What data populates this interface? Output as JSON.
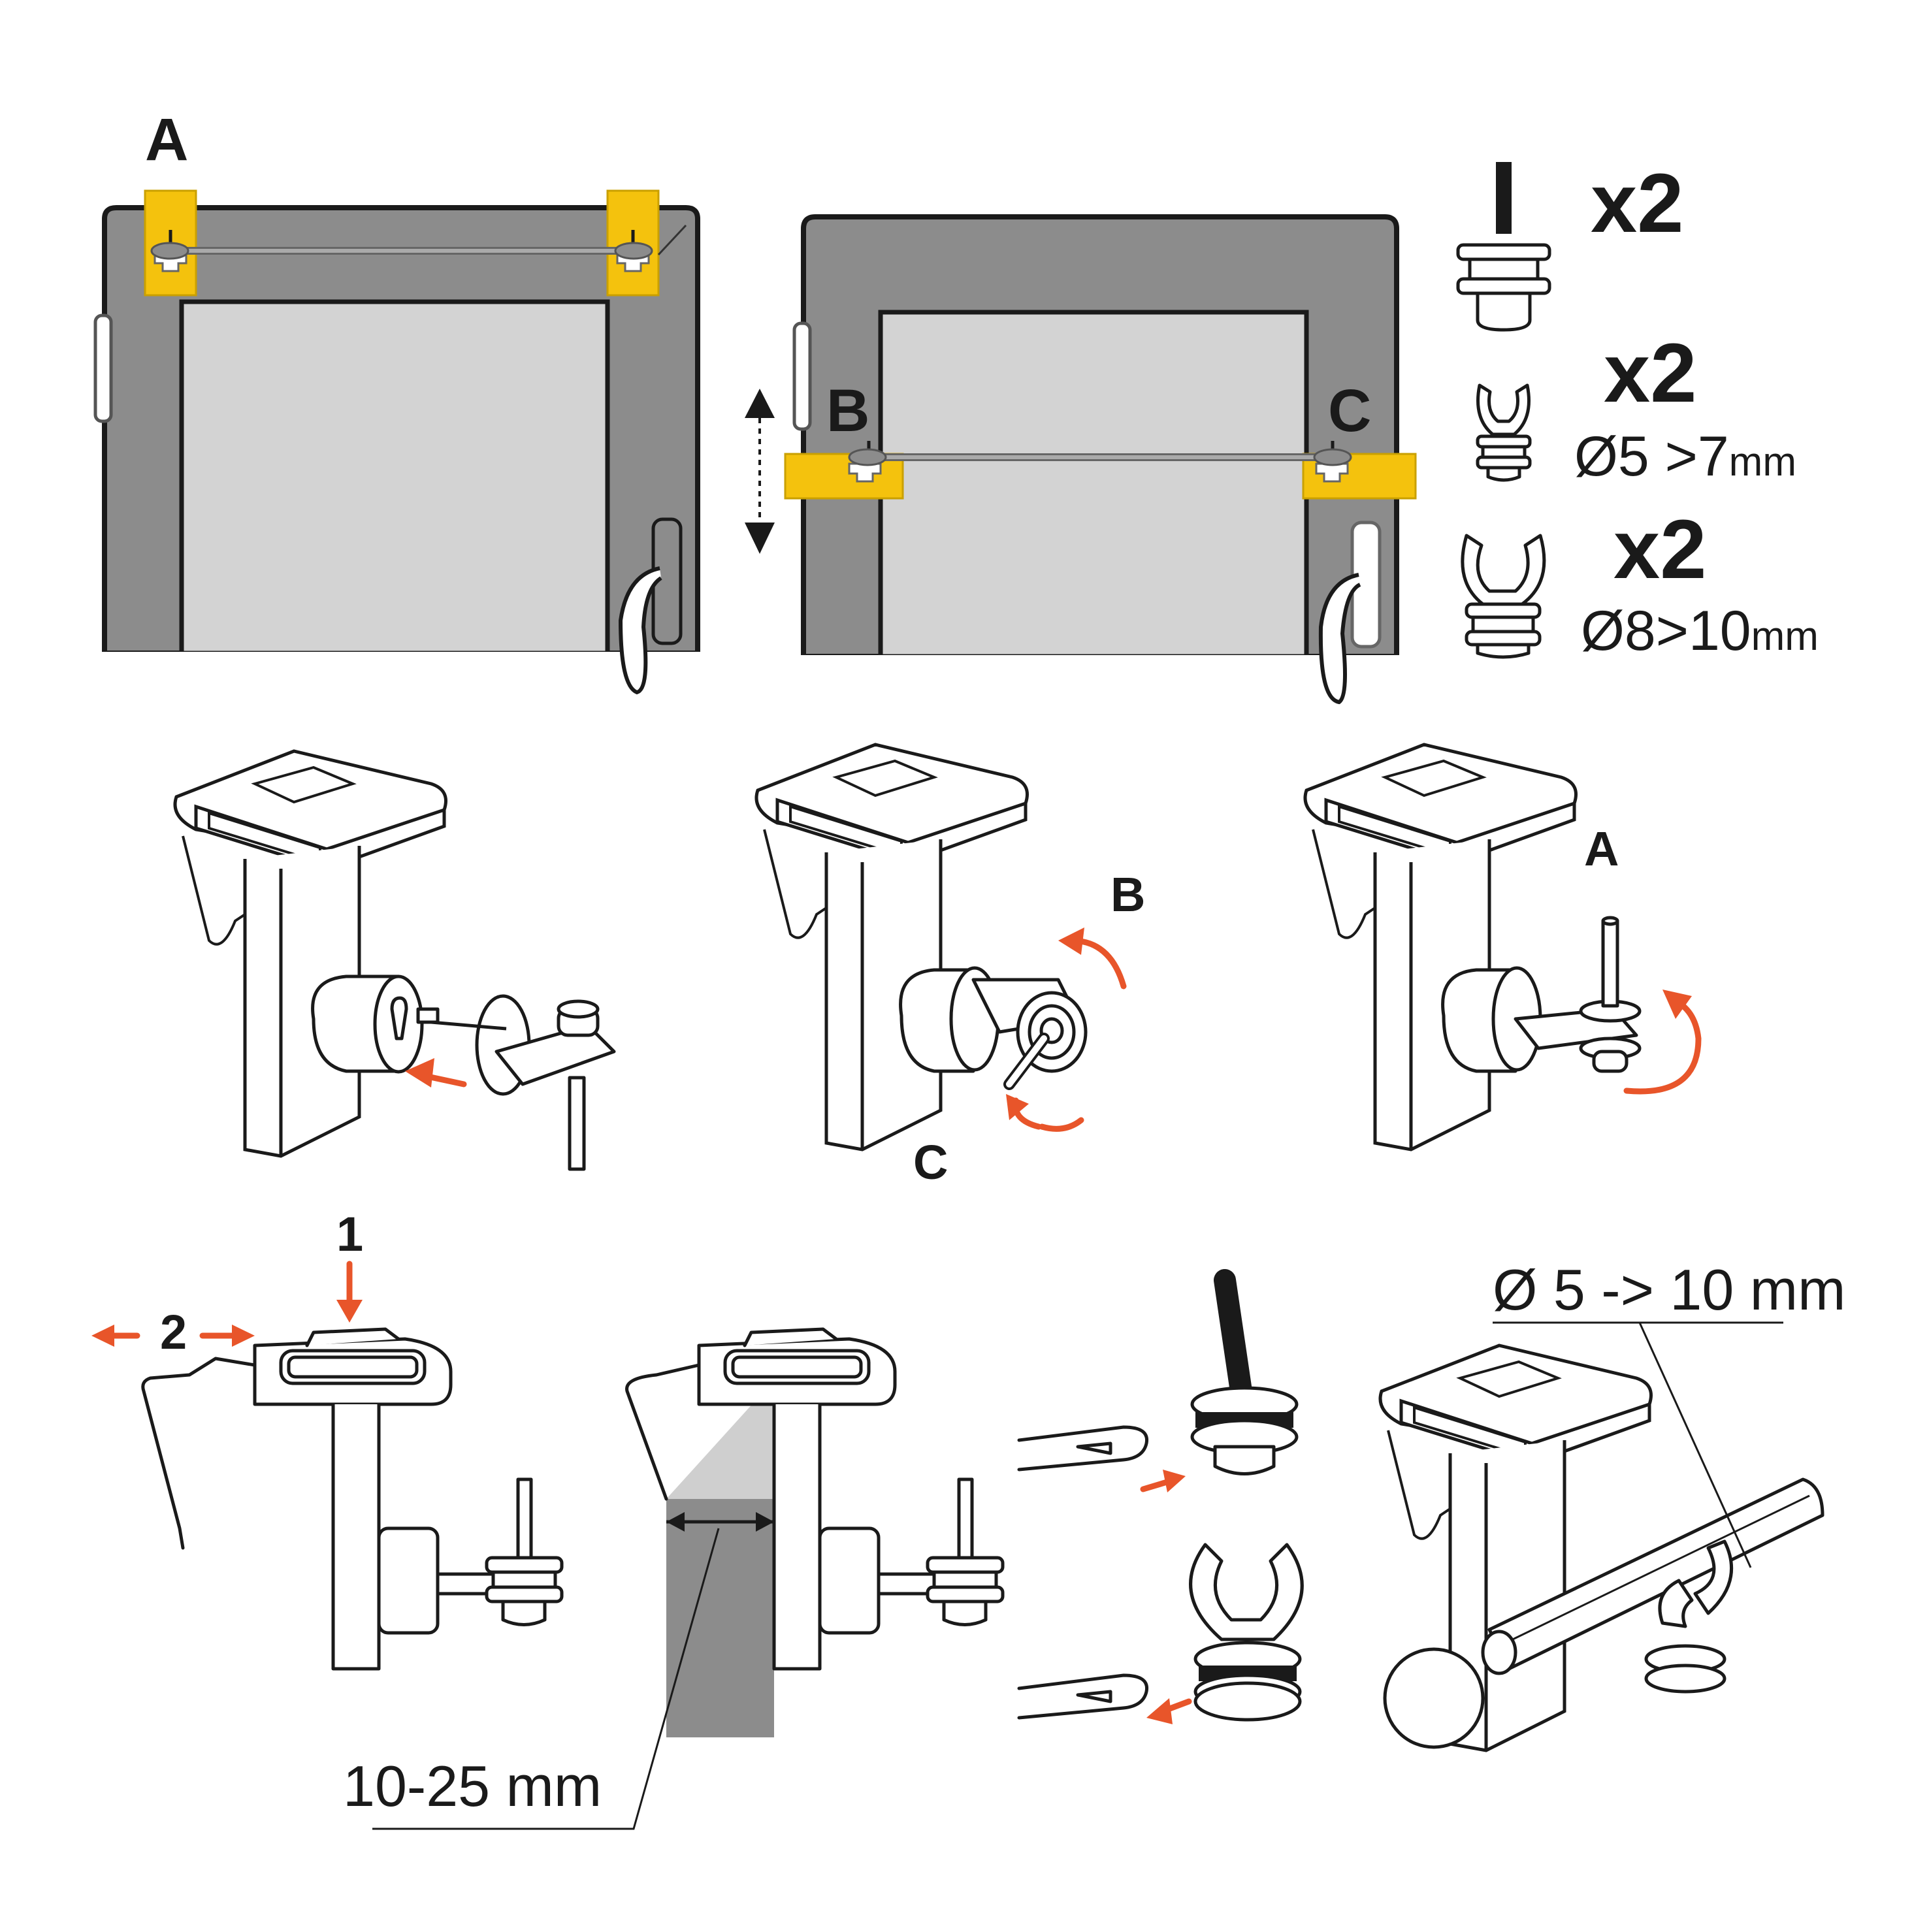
{
  "labels": {
    "a_top": "A",
    "b_top": "B",
    "c_top": "C",
    "b_step": "B",
    "c_step": "C",
    "a_step": "A",
    "step_1": "1",
    "step_2": "2"
  },
  "parts": [
    {
      "qty": "x2",
      "diameter": ""
    },
    {
      "qty": "x2",
      "diameter_prefix": "Ø5 >7",
      "diameter_unit": "mm"
    },
    {
      "qty": "x2",
      "diameter_prefix": "Ø8>10",
      "diameter_unit": "mm"
    }
  ],
  "dimensions": {
    "frame_thickness": "10-25 mm",
    "rod_diameter": "Ø 5 -> 10 mm"
  },
  "colors": {
    "accent_orange": "#e8552a",
    "bracket_yellow": "#f4c20d",
    "frame_grey": "#8c8c8c",
    "glass_grey": "#d3d3d3"
  }
}
